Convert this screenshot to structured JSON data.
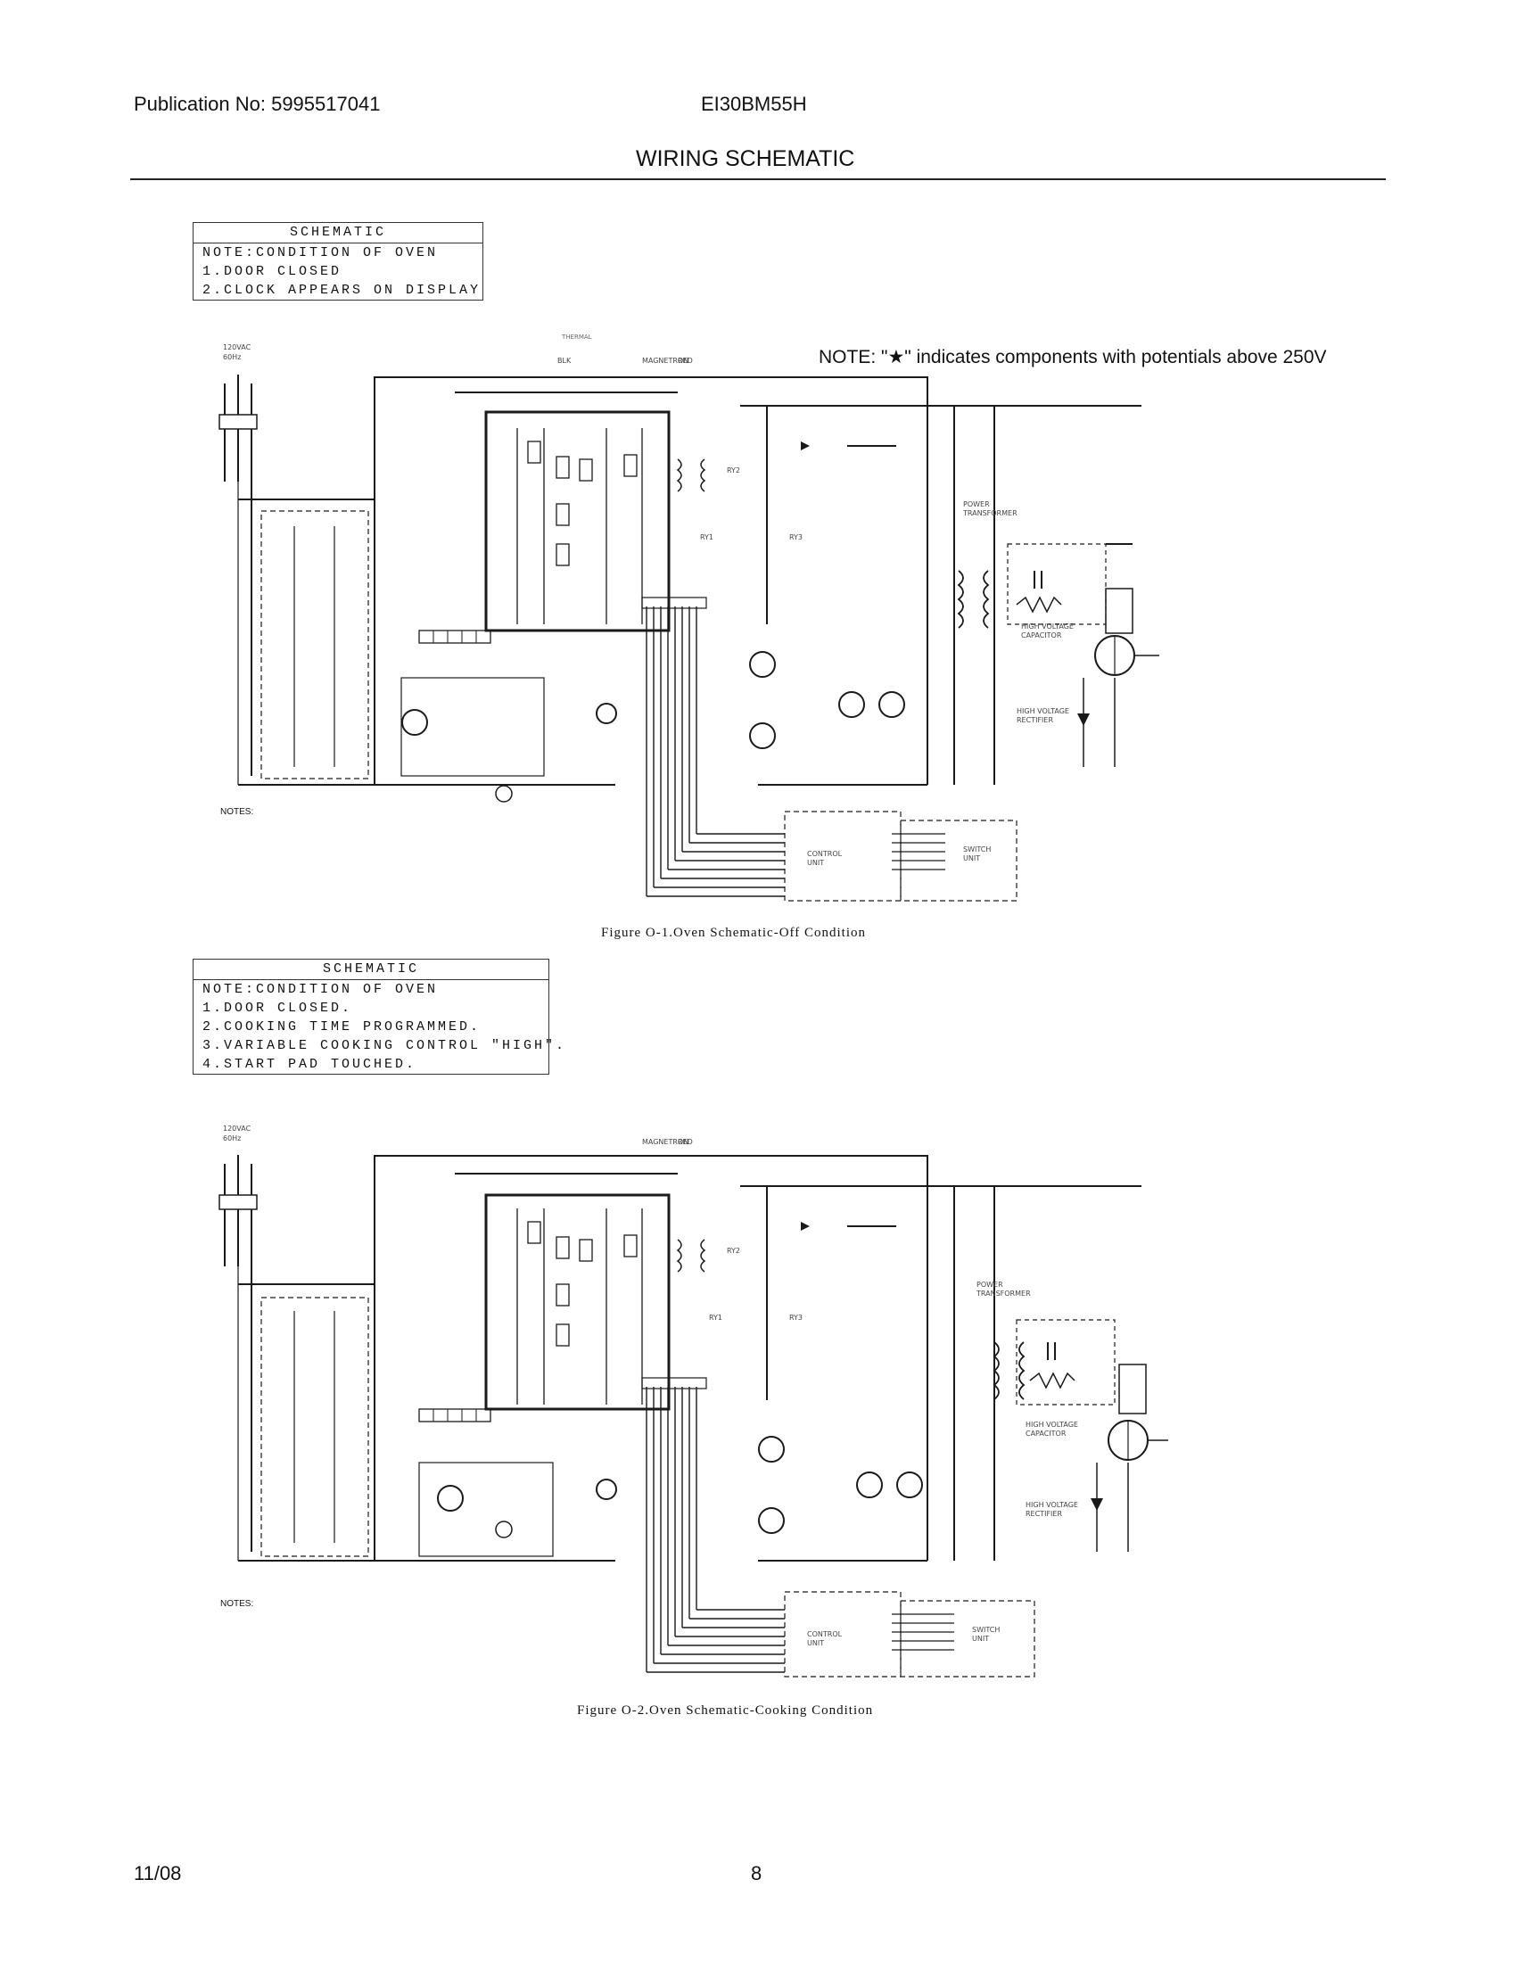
{
  "header": {
    "publication": "Publication No: 5995517041",
    "model": "EI30BM55H",
    "title": "WIRING SCHEMATIC"
  },
  "figure1": {
    "note_box": {
      "heading": "SCHEMATIC",
      "lines": [
        "NOTE:CONDITION OF OVEN",
        "1.DOOR CLOSED",
        "2.CLOCK APPEARS ON DISPLAY"
      ]
    },
    "supply": "120VAC 60Hz",
    "warning": "NOTE: \"★\" indicates components with potentials above 250V",
    "notes_heading": "NOTES:",
    "caption": "Figure O-1.Oven Schematic-Off Condition"
  },
  "figure2": {
    "note_box": {
      "heading": "SCHEMATIC",
      "lines": [
        "NOTE:CONDITION OF OVEN",
        "1.DOOR CLOSED.",
        "2.COOKING TIME PROGRAMMED.",
        "3.VARIABLE COOKING CONTROL \"HIGH\".",
        "4.START PAD TOUCHED."
      ]
    },
    "supply": "120VAC 60Hz",
    "notes_heading": "NOTES:",
    "caption": "Figure O-2.Oven Schematic-Cooking Condition"
  },
  "footer": {
    "date": "11/08",
    "page": "8"
  }
}
